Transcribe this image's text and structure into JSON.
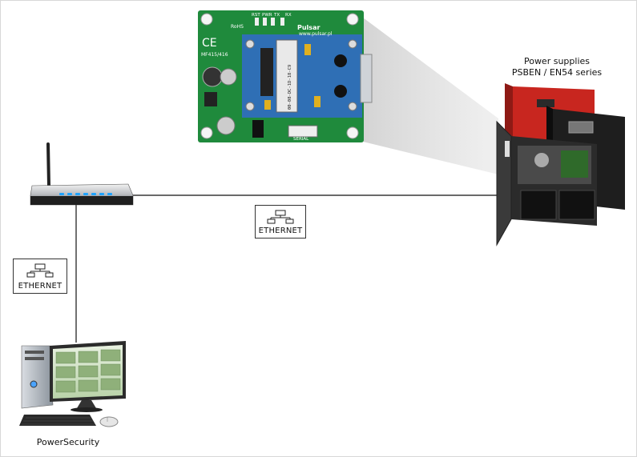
{
  "power_supplies": {
    "title_line1": "Power supplies",
    "title_line2": "PSBEN / EN54 series"
  },
  "ethernet_labels": {
    "horizontal": "ETHERNET",
    "vertical": "ETHERNET"
  },
  "computer": {
    "label": "PowerSecurity"
  },
  "module": {
    "brand": "Pulsar",
    "website": "www.pulsar.pl",
    "rohs": "RoHS",
    "ce": "CE",
    "model": "MF415/416",
    "leds": [
      "RST",
      "PWR",
      "TX",
      "RX"
    ],
    "serial": "SERIAL",
    "sticker": "00-08-DC-1D-18-C9"
  },
  "colors": {
    "pcb_green": "#1f8a3c",
    "pcb_blue": "#2f6fb5",
    "psu_red": "#c8261f",
    "psu_black": "#1e1e1e",
    "line": "#111111"
  }
}
